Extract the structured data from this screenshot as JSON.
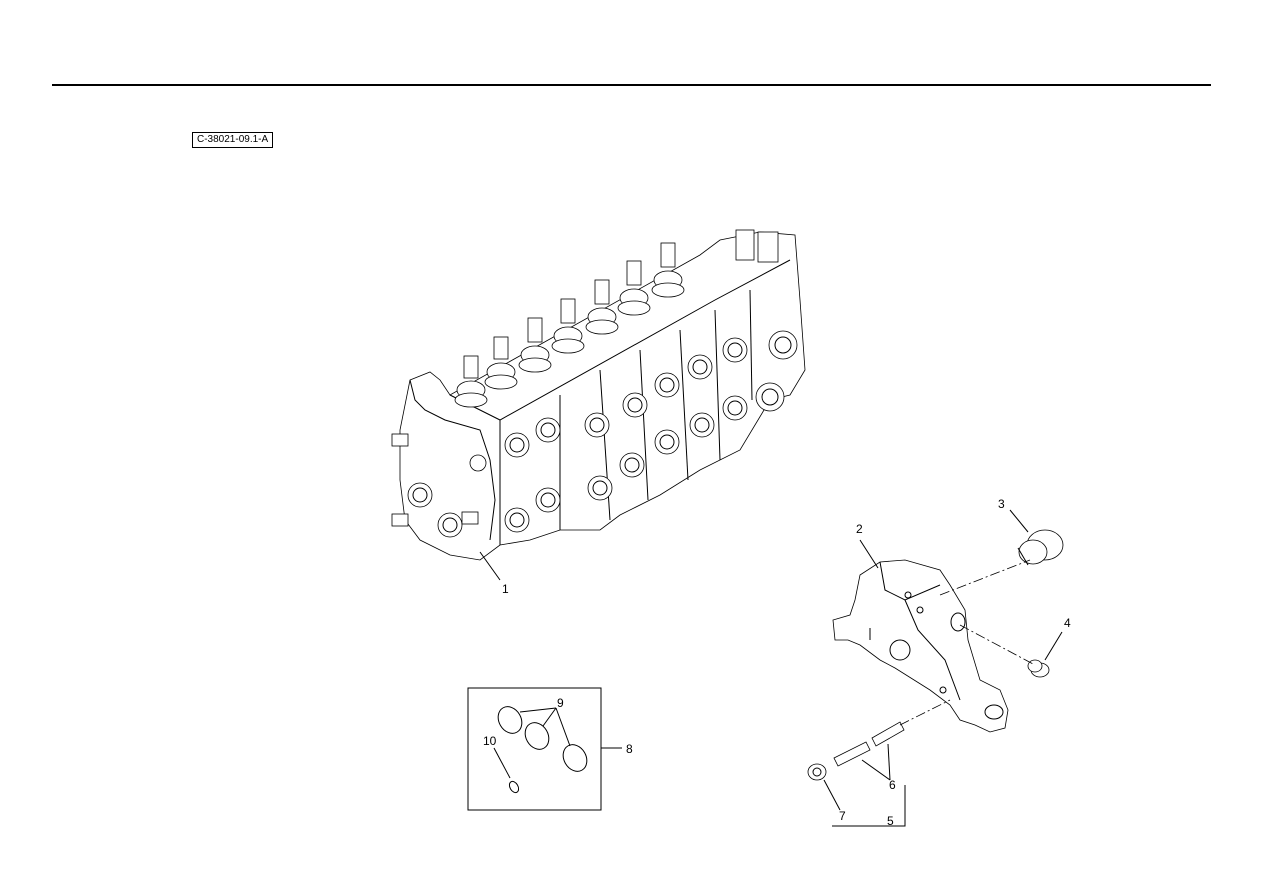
{
  "reference": {
    "code": "C-38021-09.1-A"
  },
  "callouts": {
    "c1": "1",
    "c2": "2",
    "c3": "3",
    "c4": "4",
    "c5": "5",
    "c6": "6",
    "c7": "7",
    "c8": "8",
    "c9": "9",
    "c10": "10"
  }
}
